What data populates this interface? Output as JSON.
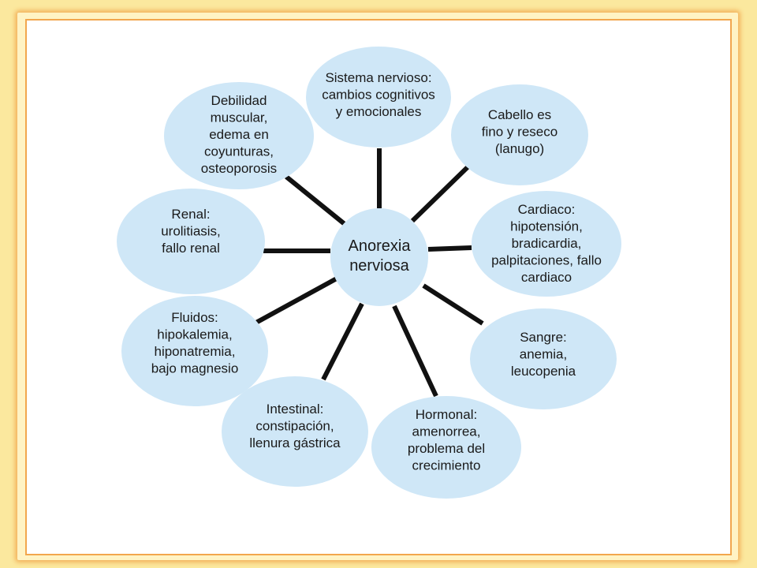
{
  "colors": {
    "background": "#fbe89e",
    "frame_glow": "#f3b35c",
    "panel": "#ffffff",
    "panel_border": "#f2a64d",
    "node_fill": "#cfe7f7",
    "connector": "#111111"
  },
  "diagram": {
    "center": {
      "lines": [
        "Anorexia",
        "nerviosa"
      ]
    },
    "nodes": [
      {
        "id": "sistema-nervioso",
        "lines": [
          "Sistema nervioso:",
          "cambios cognitivos",
          "y emocionales"
        ]
      },
      {
        "id": "cabello",
        "lines": [
          "Cabello es",
          "fino y reseco",
          "(lanugo)"
        ]
      },
      {
        "id": "cardiaco",
        "lines": [
          "Cardiaco:",
          "hipotensión,",
          "bradicardia,",
          "palpitaciones, fallo",
          "cardiaco"
        ]
      },
      {
        "id": "sangre",
        "lines": [
          "Sangre:",
          "anemia,",
          "leucopenia"
        ]
      },
      {
        "id": "hormonal",
        "lines": [
          "Hormonal:",
          "amenorrea,",
          "problema del",
          "crecimiento"
        ]
      },
      {
        "id": "intestinal",
        "lines": [
          "Intestinal:",
          "constipación,",
          "llenura gástrica"
        ]
      },
      {
        "id": "fluidos",
        "lines": [
          "Fluidos:",
          "hipokalemia,",
          "hiponatremia,",
          "bajo magnesio"
        ]
      },
      {
        "id": "renal",
        "lines": [
          "Renal:",
          "urolitiasis,",
          "fallo renal"
        ]
      },
      {
        "id": "debilidad",
        "lines": [
          "Debilidad",
          "muscular,",
          "edema en",
          "coyunturas,",
          "osteoporosis"
        ]
      }
    ]
  }
}
